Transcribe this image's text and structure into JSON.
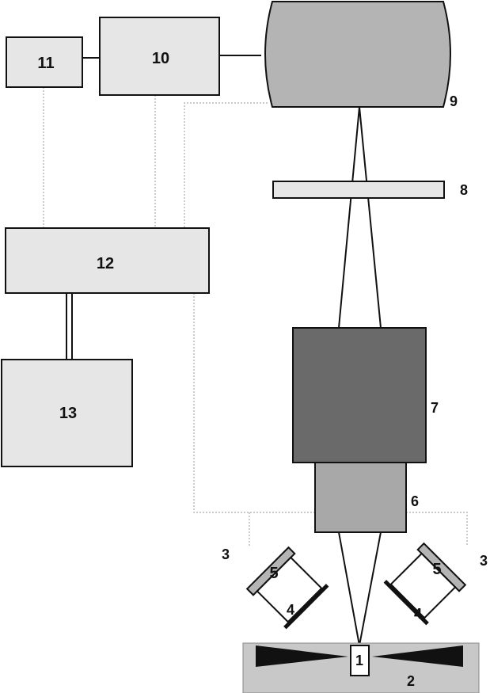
{
  "boxes": {
    "b10": "10",
    "b11": "11",
    "b12": "12",
    "b13": "13"
  },
  "components": {
    "c1": "1",
    "c5_left": "5",
    "c5_right": "5"
  },
  "labels": {
    "n2": "2",
    "n3_left": "3",
    "n3_right": "3",
    "n4_left": "4",
    "n4_right": "4",
    "n6": "6",
    "n7": "7",
    "n8": "8",
    "n9": "9"
  },
  "colors": {
    "light_box": "#e6e6e6",
    "medium_gray": "#b4b4b4",
    "dark_gray": "#6a6a6a",
    "black": "#111111",
    "dotted_line": "#aaaaaa"
  }
}
